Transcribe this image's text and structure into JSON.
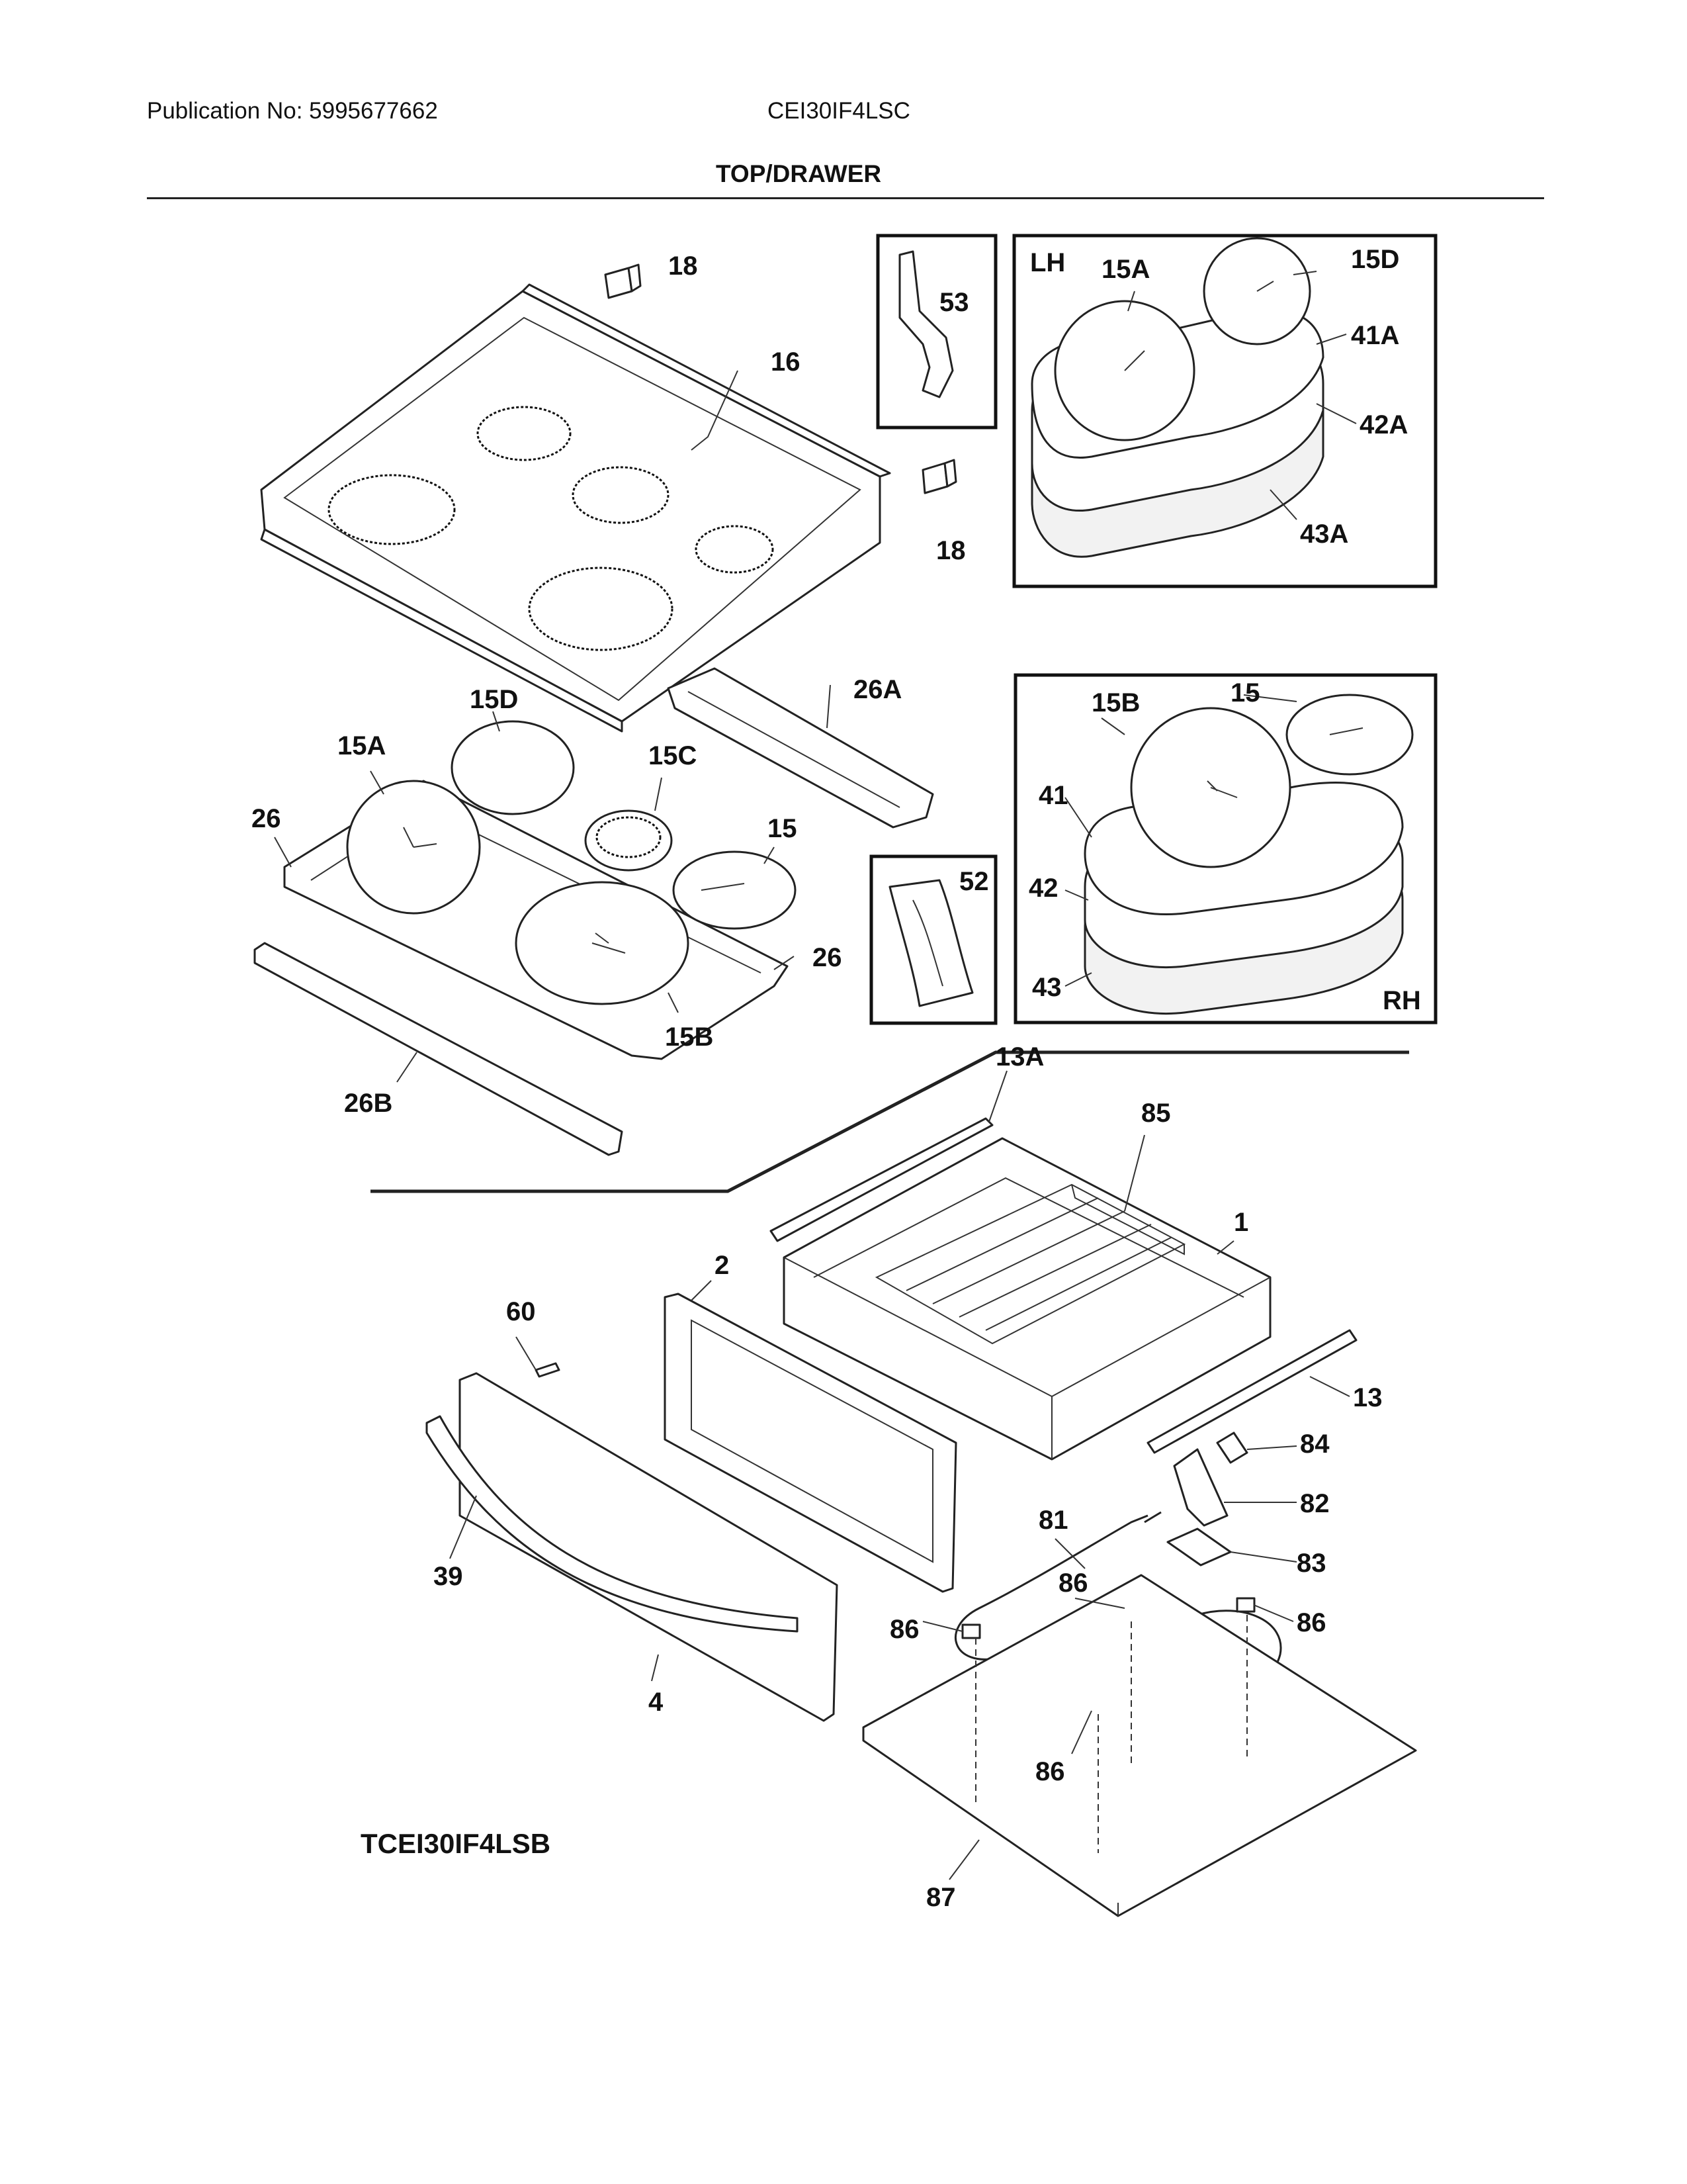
{
  "header": {
    "publication": "Publication No: 5995677662",
    "model": "CEI30IF4LSC",
    "section_title": "TOP/DRAWER"
  },
  "inset_lh": {
    "side_label": "LH"
  },
  "inset_rh": {
    "side_label": "RH"
  },
  "callouts": {
    "c18a": "18",
    "c16": "16",
    "c18b": "18",
    "c53": "53",
    "c15a_lh": "15A",
    "c15d_lh": "15D",
    "c41a": "41A",
    "c42a": "42A",
    "c43a": "43A",
    "c26a": "26A",
    "c15d": "15D",
    "c15a": "15A",
    "c15c": "15C",
    "c15": "15",
    "c26_left": "26",
    "c26_right": "26",
    "c15b": "15B",
    "c26b": "26B",
    "c52": "52",
    "c15b_rh": "15B",
    "c15_rh": "15",
    "c41": "41",
    "c42": "42",
    "c43": "43",
    "c13a": "13A",
    "c85": "85",
    "c1": "1",
    "c2": "2",
    "c60": "60",
    "c13": "13",
    "c84": "84",
    "c82": "82",
    "c81": "81",
    "c83": "83",
    "c86_a": "86",
    "c86_b": "86",
    "c86_c": "86",
    "c86_d": "86",
    "c39": "39",
    "c4": "4",
    "c87": "87"
  },
  "footer": {
    "tech_sheet_code": "TCEI30IF4LSB"
  },
  "colors": {
    "line": "#222222",
    "background": "#ffffff"
  }
}
